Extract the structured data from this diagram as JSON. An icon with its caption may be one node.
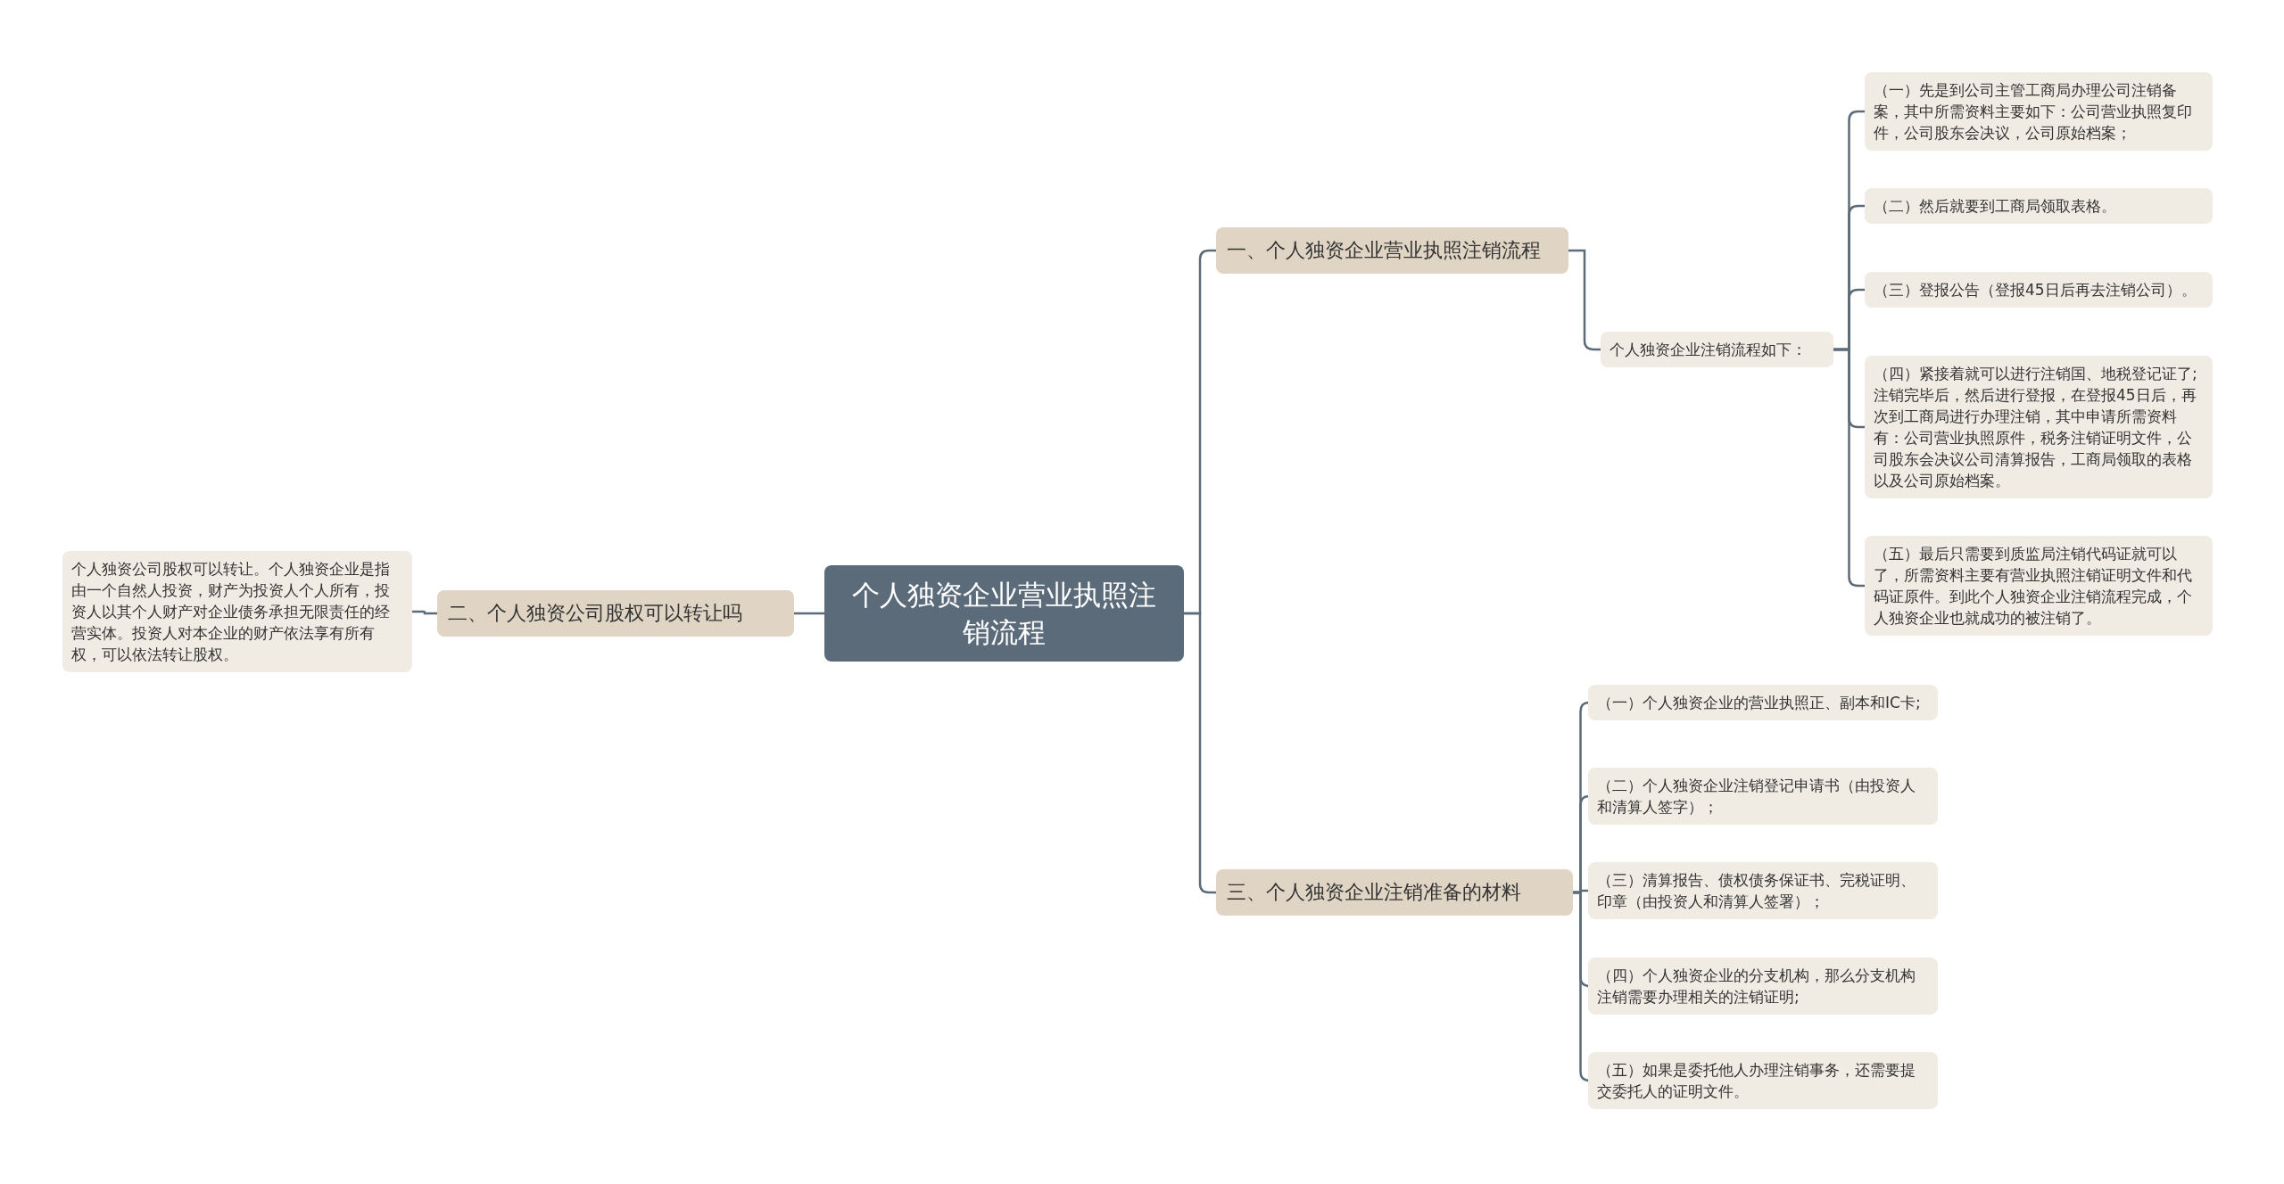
{
  "diagram": {
    "nodes": [
      {
        "text": [
          "个人独资企业营业执照注销流程"
        ]
      },
      {
        "text": [
          "一、个人独资企业营业执照注销流程"
        ]
      },
      {
        "text": [
          "个人独资企业注销流程如下："
        ]
      },
      {
        "text": [
          "（一）先是到公司主管工商局办理公司注销备案，其中所需资料主要如下：公司营业执照复印件，公司股东会决议，公司原始档案；"
        ]
      },
      {
        "text": [
          "（二）然后就要到工商局领取表格。"
        ]
      },
      {
        "text": [
          "（三）登报公告（登报45日后再去注销公司）。"
        ]
      },
      {
        "text": [
          "（四）紧接着就可以进行注销国、地税登记证了;注销完毕后，然后进行登报，在登报45日后，再次到工商局进行办理注销，其中申请所需资料有：公司营业执照原件，税务注销证明文件，公司股东会决议公司清算报告，工商局领取的表格以及公司原始档案。"
        ]
      },
      {
        "text": [
          "（五）最后只需要到质监局注销代码证就可以了，所需资料主要有营业执照注销证明文件和代码证原件。到此个人独资企业注销流程完成，个人独资企业也就成功的被注销了。"
        ]
      },
      {
        "text": [
          "二、个人独资公司股权可以转让吗"
        ]
      },
      {
        "text": [
          "个人独资公司股权可以转让。个人独资企业是指由一个自然人投资，财产为投资人个人所有，投资人以其个人财产对企业债务承担无限责任的经营实体。投资人对本企业的财产依法享有所有权，可以依法转让股权。"
        ]
      },
      {
        "text": [
          "三、个人独资企业注销准备的材料"
        ]
      },
      {
        "text": [
          "（一）个人独资企业的营业执照正、副本和IC卡;"
        ]
      },
      {
        "text": [
          "（二）个人独资企业注销登记申请书（由投资人和清算人签字）；"
        ]
      },
      {
        "text": [
          "（三）清算报告、债权债务保证书、完税证明、印章（由投资人和清算人签署）；"
        ]
      },
      {
        "text": [
          "（四）个人独资企业的分支机构，那么分支机构注销需要办理相关的注销证明;"
        ]
      },
      {
        "text": [
          "（五）如果是委托他人办理注销事务，还需要提交委托人的证明文件。"
        ]
      }
    ],
    "edges": [
      {
        "from": 0,
        "to": 1,
        "arrow": "none"
      },
      {
        "from": 0,
        "to": 8,
        "arrow": "none"
      },
      {
        "from": 0,
        "to": 10,
        "arrow": "none"
      },
      {
        "from": 1,
        "to": 2,
        "arrow": "none"
      },
      {
        "from": 2,
        "to": 3,
        "arrow": "none"
      },
      {
        "from": 2,
        "to": 4,
        "arrow": "none"
      },
      {
        "from": 2,
        "to": 5,
        "arrow": "none"
      },
      {
        "from": 2,
        "to": 6,
        "arrow": "none"
      },
      {
        "from": 2,
        "to": 7,
        "arrow": "none"
      },
      {
        "from": 8,
        "to": 9,
        "arrow": "none"
      },
      {
        "from": 10,
        "to": 11,
        "arrow": "none"
      },
      {
        "from": 10,
        "to": 12,
        "arrow": "none"
      },
      {
        "from": 10,
        "to": 13,
        "arrow": "none"
      },
      {
        "from": 10,
        "to": 14,
        "arrow": "none"
      },
      {
        "from": 10,
        "to": 15,
        "arrow": "none"
      }
    ]
  }
}
